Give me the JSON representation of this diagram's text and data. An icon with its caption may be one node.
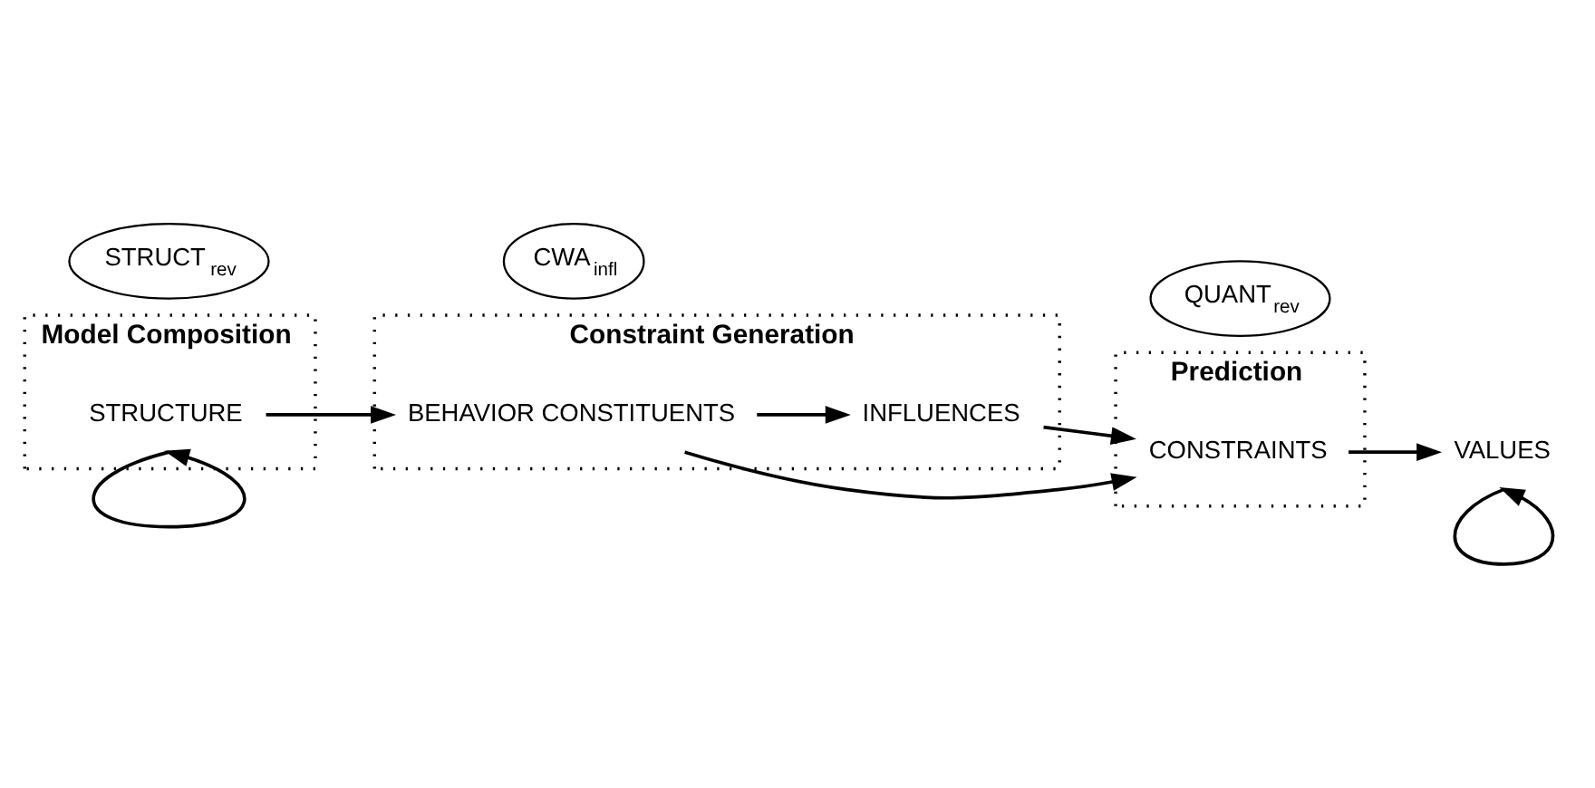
{
  "diagram": {
    "nodes": [
      {
        "text": [
          "Model Composition"
        ]
      },
      {
        "text": [
          "STRUCTURE"
        ],
        "in": 0
      },
      {
        "text": [
          "STRUCT$_{rev}$"
        ]
      },
      {
        "text": [
          "Constraint Generation"
        ]
      },
      {
        "text": [
          "BEHAVIOR CONSTITUENTS"
        ],
        "in": 3
      },
      {
        "text": [
          "INFLUENCES"
        ],
        "in": 3
      },
      {
        "text": [
          "CWA$_{infl}$"
        ]
      },
      {
        "text": [
          "Prediction"
        ]
      },
      {
        "text": [
          "CONSTRAINTS"
        ],
        "in": 7
      },
      {
        "text": [
          "VALUES"
        ]
      },
      {
        "text": [
          "QUANT$_{rev}$"
        ]
      }
    ],
    "edges": [
      {
        "from": 1,
        "to": 1,
        "arrow": "to"
      },
      {
        "from": 1,
        "to": 4,
        "arrow": "to"
      },
      {
        "from": 4,
        "to": 5,
        "arrow": "to"
      },
      {
        "from": 4,
        "to": 8,
        "arrow": "to"
      },
      {
        "from": 5,
        "to": 8,
        "arrow": "to"
      },
      {
        "from": 8,
        "to": 9,
        "arrow": "to"
      },
      {
        "from": 9,
        "to": 9,
        "arrow": "to"
      }
    ]
  }
}
